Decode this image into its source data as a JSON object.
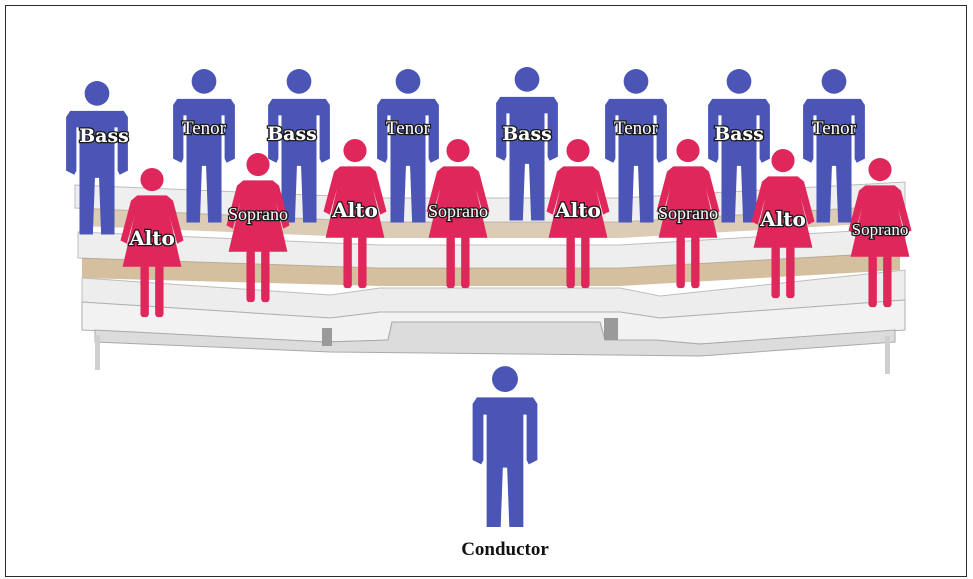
{
  "colors": {
    "male": "#4a55b5",
    "female": "#e0275c",
    "riser": "#e9e9e9",
    "riser_edge": "#b8b8b8",
    "wood": "#b89a6a"
  },
  "back_row": [
    {
      "part": "Bass"
    },
    {
      "part": "Tenor"
    },
    {
      "part": "Bass"
    },
    {
      "part": "Tenor"
    },
    {
      "part": "Bass"
    },
    {
      "part": "Tenor"
    },
    {
      "part": "Bass"
    },
    {
      "part": "Tenor"
    }
  ],
  "front_row": [
    {
      "part": "Alto"
    },
    {
      "part": "Soprano"
    },
    {
      "part": "Alto"
    },
    {
      "part": "Soprano"
    },
    {
      "part": "Alto"
    },
    {
      "part": "Soprano"
    },
    {
      "part": "Alto"
    },
    {
      "part": "Soprano"
    }
  ],
  "conductor": {
    "label": "Conductor",
    "icon": "male-figure-icon"
  },
  "icons": {
    "male": "male-figure-icon",
    "female": "female-figure-icon"
  }
}
